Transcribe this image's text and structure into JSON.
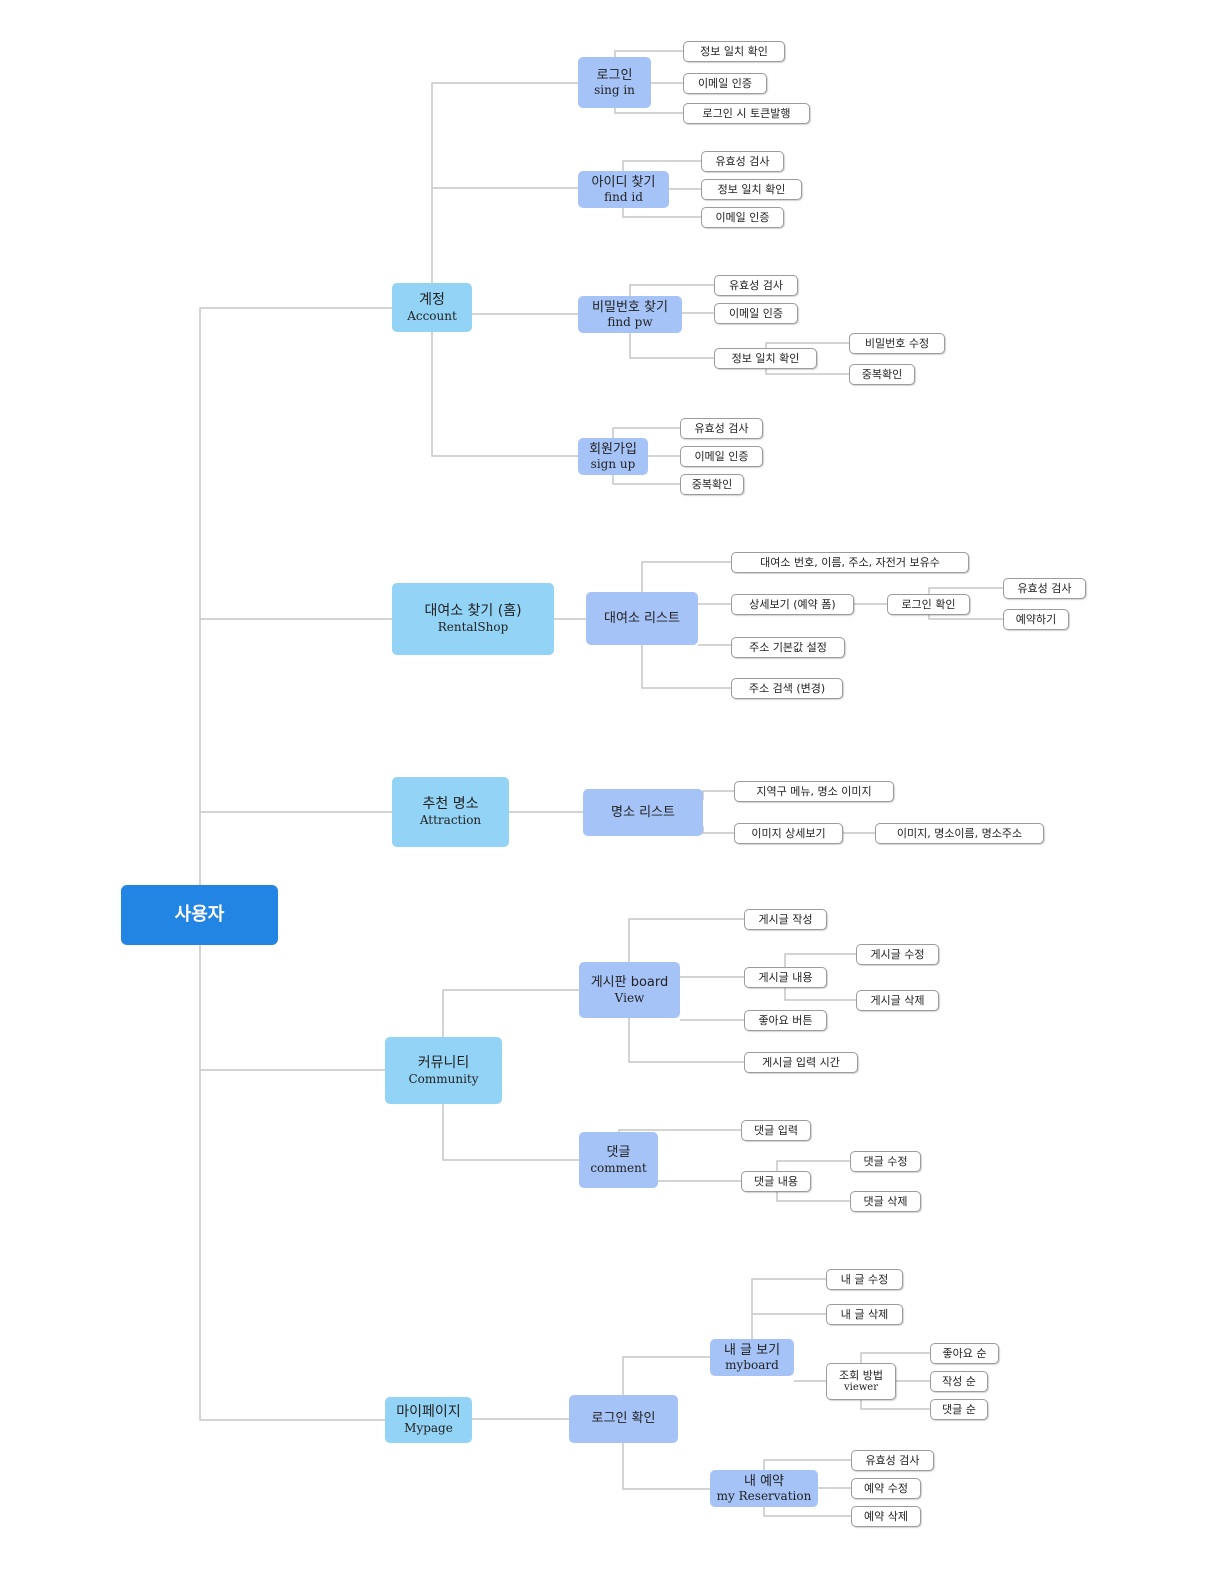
{
  "root": "사용자",
  "account": {
    "title": "계정",
    "sub": "Account"
  },
  "signin": {
    "title": "로그인",
    "sub": "sing in",
    "items": [
      "정보 일치 확인",
      "이메일 인증",
      "로그인 시 토큰발행"
    ]
  },
  "findid": {
    "title": "아이디 찾기",
    "sub": "find id",
    "items": [
      "유효성 검사",
      "정보 일치 확인",
      "이메일 인증"
    ]
  },
  "findpw": {
    "title": "비밀번호 찾기",
    "sub": "find pw",
    "items": [
      "유효성 검사",
      "이메일 인증",
      "정보 일치 확인"
    ],
    "sub_items": [
      "비밀번호 수정",
      "중복확인"
    ]
  },
  "signup": {
    "title": "회원가입",
    "sub": "sign up",
    "items": [
      "유효성 검사",
      "이메일 인증",
      "중복확인"
    ]
  },
  "rental": {
    "title": "대여소 찾기 (홈)",
    "sub": "RentalShop"
  },
  "rentallist": {
    "title": "대여소 리스트",
    "items": [
      "대여소 번호, 이름, 주소, 자전거 보유수",
      "상세보기 (예약 폼)",
      "주소 기본값 설정",
      "주소 검색 (변경)"
    ],
    "login_check": "로그인 확인",
    "login_items": [
      "유효성 검사",
      "예약하기"
    ]
  },
  "attraction": {
    "title": "추천 명소",
    "sub": "Attraction"
  },
  "attrlist": {
    "title": "명소 리스트",
    "items": [
      "지역구 메뉴, 명소 이미지",
      "이미지 상세보기"
    ],
    "detail": "이미지, 명소이름, 명소주소"
  },
  "community": {
    "title": "커뮤니티",
    "sub": "Community"
  },
  "board": {
    "title": "게시판 board",
    "sub": "View",
    "items": [
      "게시글 작성",
      "게시글 내용",
      "좋아요 버튼",
      "게시글 입력 시간"
    ],
    "content_items": [
      "게시글 수정",
      "게시글 삭제"
    ]
  },
  "comment": {
    "title": "댓글",
    "sub": "comment",
    "items": [
      "댓글 입력",
      "댓글 내용"
    ],
    "content_items": [
      "댓글 수정",
      "댓글 삭제"
    ]
  },
  "mypage": {
    "title": "마이페이지",
    "sub": "Mypage"
  },
  "mylogin": {
    "title": "로그인 확인"
  },
  "myboard": {
    "title": "내 글 보기",
    "sub": "myboard",
    "items": [
      "내 글 수정",
      "내 글 삭제"
    ]
  },
  "viewer": {
    "title": "조회 방법",
    "sub": "viewer",
    "items": [
      "좋아요 순",
      "작성 순",
      "댓글 순"
    ]
  },
  "myres": {
    "title": "내 예약",
    "sub": "my Reservation",
    "items": [
      "유효성 검사",
      "예약 수정",
      "예약 삭제"
    ]
  }
}
